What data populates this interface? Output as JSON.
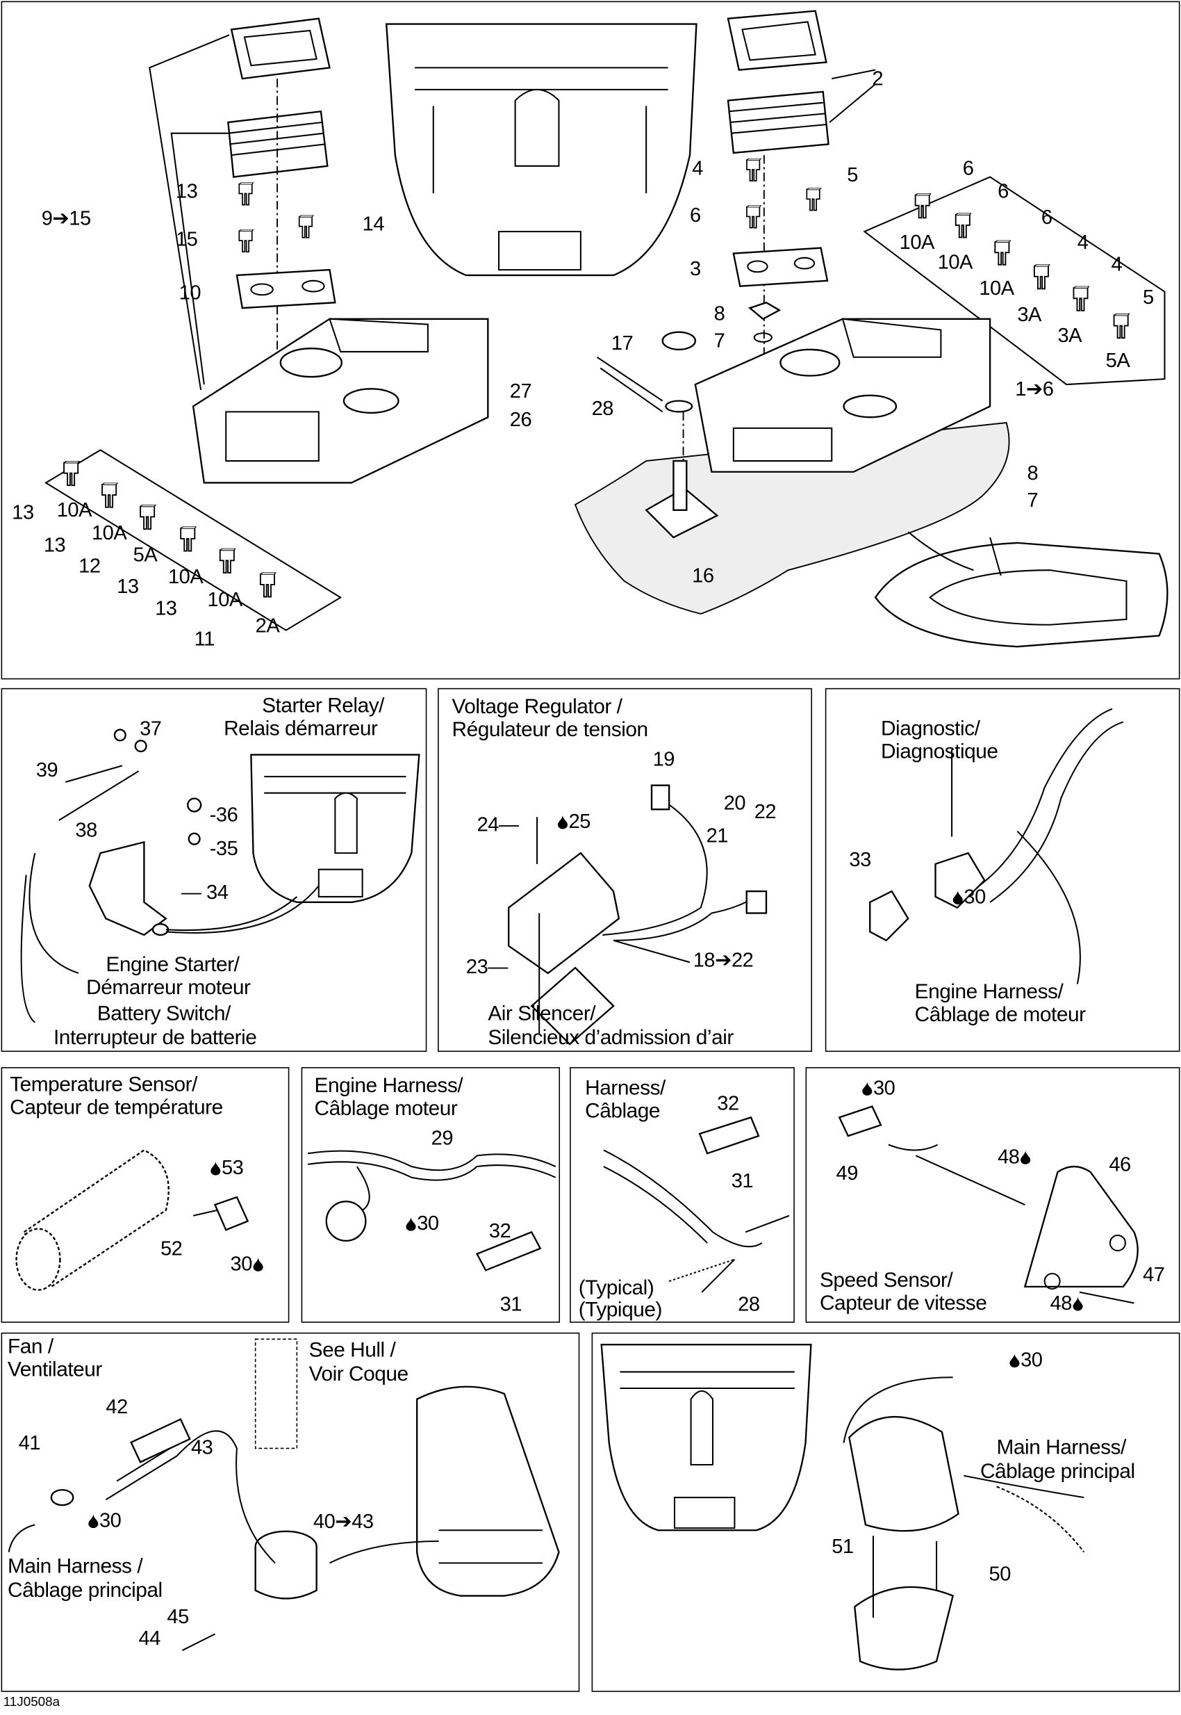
{
  "figure_code": "11J0508a",
  "icons": {
    "lubricant": "droplet-icon",
    "arrow": "right-arrow"
  },
  "main_assembly": {
    "left_box": [
      "9➔15",
      "13",
      "15",
      "14",
      "10",
      "27",
      "26"
    ],
    "left_fuses": [
      "13",
      "10A",
      "13",
      "10A",
      "12",
      "5A",
      "13",
      "10A",
      "13",
      "10A",
      "11",
      "2A"
    ],
    "right_box": [
      "2",
      "4",
      "5",
      "6",
      "3",
      "8",
      "7",
      "17",
      "28",
      "16",
      "1➔6",
      "8",
      "7"
    ],
    "right_fuses": [
      "6",
      "6",
      "6",
      "4",
      "4",
      "5",
      "10A",
      "10A",
      "10A",
      "3A",
      "3A",
      "5A"
    ]
  },
  "starter_relay": {
    "title": [
      "Starter Relay/",
      "Relais démarreur"
    ],
    "callouts": [
      "37",
      "39",
      "38",
      "-36",
      "-35",
      "— 34"
    ],
    "notes": [
      "Engine Starter/",
      "Démarreur moteur",
      "Battery Switch/",
      "Interrupteur de batterie"
    ]
  },
  "voltage_regulator": {
    "title": [
      "Voltage Regulator /",
      "Régulateur de tension"
    ],
    "callouts": [
      "19",
      "20",
      "22",
      "21",
      "24—",
      "25",
      "23—",
      "18➔22"
    ],
    "notes": [
      "Air Silencer/",
      "Silencieux d’admission d’air"
    ]
  },
  "diagnostic": {
    "title": [
      "Diagnostic/",
      "Diagnostique"
    ],
    "callouts": [
      "33",
      "30"
    ],
    "notes": [
      "Engine Harness/",
      "Câblage de moteur"
    ]
  },
  "temperature_sensor": {
    "title": [
      "Temperature Sensor/",
      "Capteur de température"
    ],
    "callouts": [
      "53",
      "52",
      "30"
    ]
  },
  "engine_harness": {
    "title": [
      "Engine Harness/",
      "Câblage moteur"
    ],
    "callouts": [
      "29",
      "30",
      "32",
      "31"
    ]
  },
  "harness": {
    "title": [
      "Harness/",
      "Câblage"
    ],
    "callouts": [
      "32",
      "31",
      "28"
    ],
    "notes": [
      "(Typical)",
      "(Typique)"
    ]
  },
  "speed_sensor": {
    "title": [
      "Speed Sensor/",
      "Capteur de vitesse"
    ],
    "callouts": [
      "30",
      "49",
      "48",
      "46",
      "47",
      "48"
    ]
  },
  "fan": {
    "title": [
      "Fan /",
      "Ventilateur"
    ],
    "callouts": [
      "42",
      "41",
      "43",
      "30",
      "40➔43",
      "45",
      "44"
    ],
    "notes": [
      "See Hull /",
      "Voir Coque",
      "Main Harness /",
      "Câblage principal"
    ]
  },
  "bilge_pump": {
    "callouts": [
      "30",
      "51",
      "50"
    ],
    "notes": [
      "Main Harness/",
      "Câblage principal"
    ]
  }
}
